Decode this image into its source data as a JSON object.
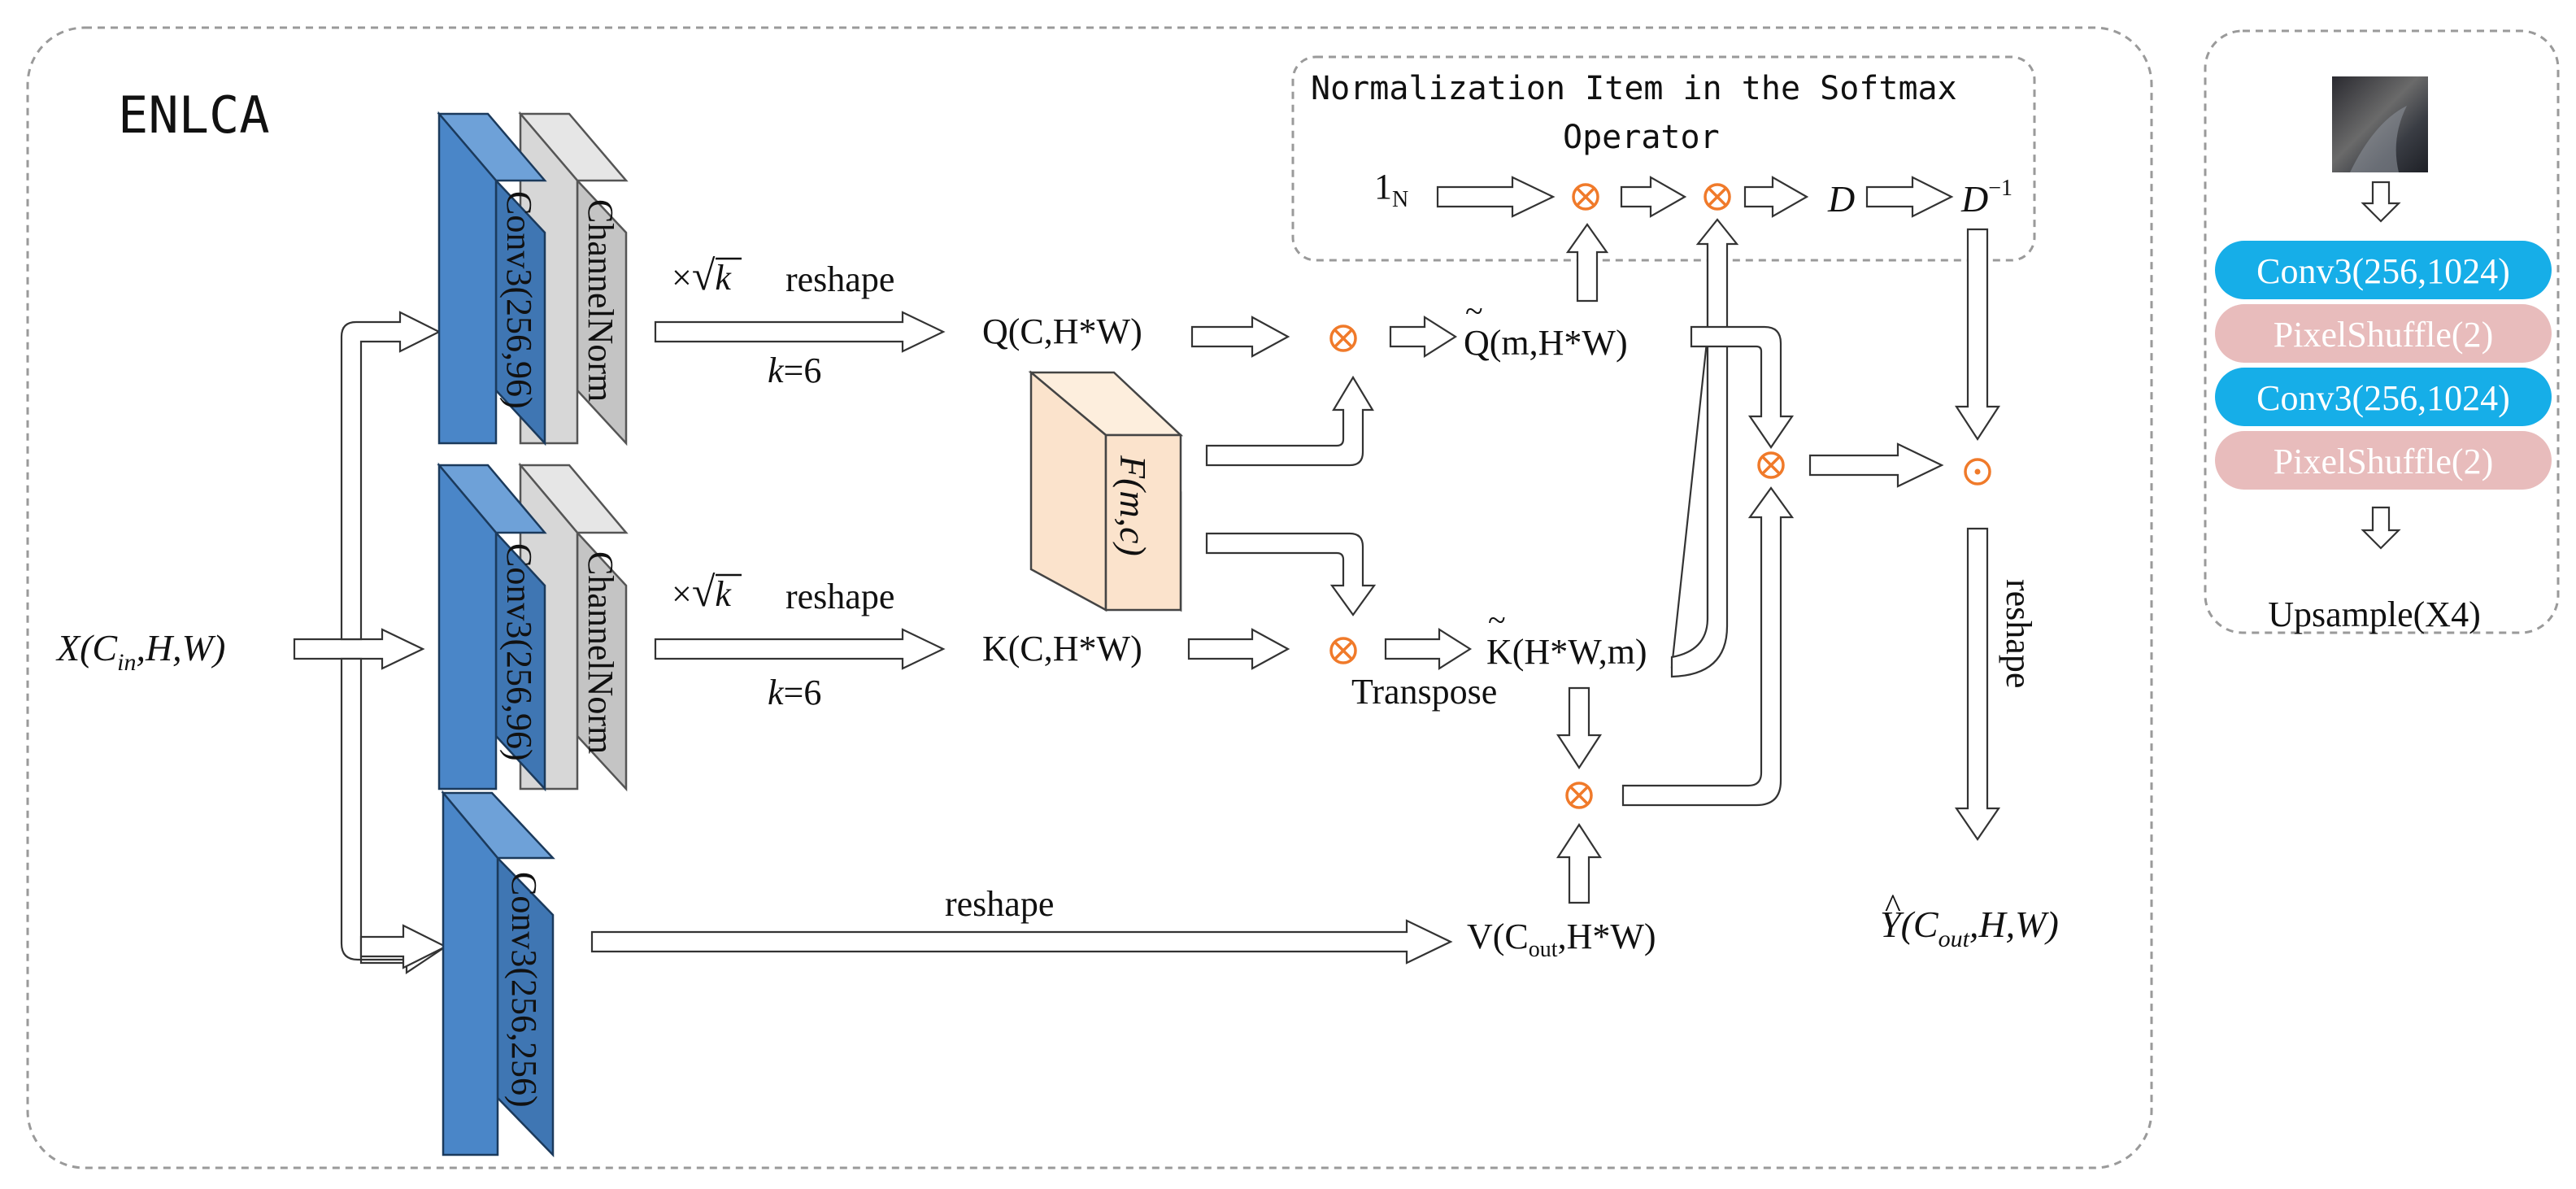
{
  "enlca": {
    "title": "ENLCA",
    "input_label": "X(C",
    "input_sub": "in",
    "input_rest": ",H,W)",
    "conv_q": "Conv3(256,96)",
    "norm_q": "ChannelNorm",
    "conv_k": "Conv3(256,96)",
    "norm_k": "ChannelNorm",
    "conv_v": "Conv3(256,256)",
    "scale_prefix": "×",
    "scale_sqrt": "√",
    "scale_k": "k",
    "reshape": "reshape",
    "k_eq": "=6",
    "k_var": "k",
    "q_label": "Q(C,H*W)",
    "k_label": "K(C,H*W)",
    "v_label": "V(C",
    "v_sub": "out",
    "v_rest": ",H*W)",
    "f_label": "F(m,c)",
    "q_tilde": "Q",
    "q_tilde_rest": "(m,H*W)",
    "k_tilde": "K",
    "k_tilde_rest": "(H*W,m)",
    "tilde_mark": "~",
    "transpose": "Transpose",
    "reshape_v": "reshape",
    "reshape_out": "reshape",
    "out_label": "Y",
    "out_hat": "^",
    "out_mid": "(C",
    "out_sub": "out",
    "out_rest": ",H,W)"
  },
  "normalization": {
    "title_line1": "Normalization Item in the Softmax",
    "title_line2": "Operator",
    "ones": "1",
    "ones_sub": "N",
    "d": "D",
    "d_inv": "D",
    "d_inv_sup": "−1"
  },
  "upsample": {
    "block1": "Conv3(256,1024)",
    "block2": "PixelShuffle(2)",
    "block3": "Conv3(256,1024)",
    "block4": "PixelShuffle(2)",
    "label": "Upsample(X4)",
    "thumb_icon": "image-thumbnail",
    "colors": {
      "conv": "#16aee8",
      "shuffle": "#e8bcbc"
    }
  }
}
